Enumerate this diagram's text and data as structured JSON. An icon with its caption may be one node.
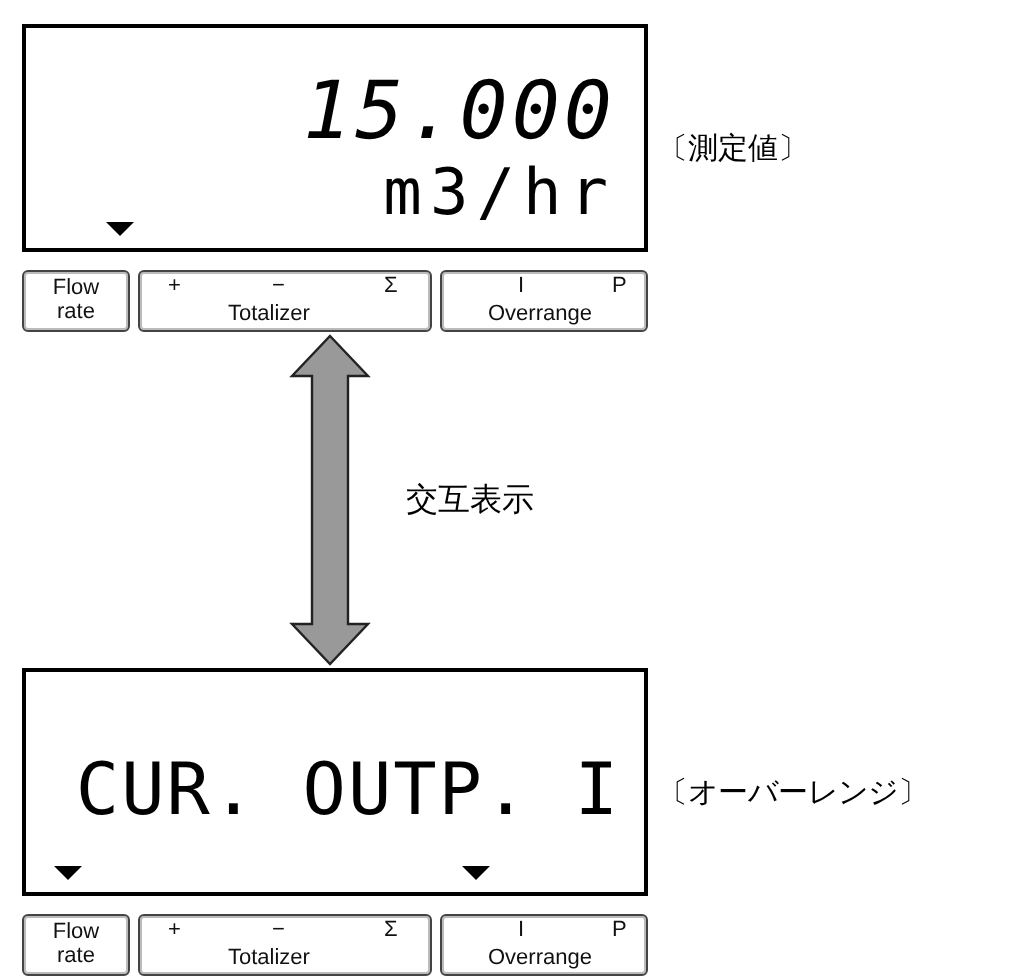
{
  "diagram": {
    "nodes": [
      {
        "text": [
          "15.000",
          "m3/hr"
        ],
        "beside": [
          "〔測定値〕"
        ]
      },
      {
        "text": [
          "Flow rate"
        ]
      },
      {
        "text": [
          "+",
          "−",
          "Σ",
          "Totalizer"
        ]
      },
      {
        "text": [
          "I",
          "P",
          "Overrange"
        ]
      },
      {
        "text": [
          "CUR. OUTP. I"
        ],
        "beside": [
          "〔オーバーレンジ〕"
        ]
      },
      {
        "text": [
          "Flow rate"
        ]
      },
      {
        "text": [
          "+",
          "−",
          "Σ",
          "Totalizer"
        ]
      },
      {
        "text": [
          "I",
          "P",
          "Overrange"
        ]
      }
    ],
    "edges": [
      {
        "from": 2,
        "to": 4,
        "arrow": "both",
        "label": "交互表示"
      }
    ]
  }
}
